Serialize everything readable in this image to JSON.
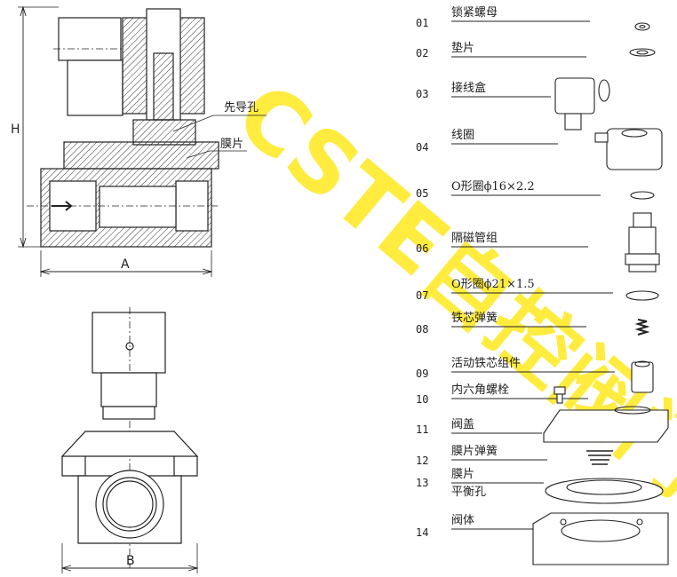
{
  "watermark": {
    "text": "CSTE自控阀门",
    "color": "#ffe600"
  },
  "dimensions": {
    "height": "H",
    "length": "A",
    "width": "B"
  },
  "callouts": {
    "pilot_hole": "先导孔",
    "diaphragm": "膜片"
  },
  "parts": [
    {
      "no": "01",
      "name": "锁紧螺母"
    },
    {
      "no": "02",
      "name": "垫片"
    },
    {
      "no": "03",
      "name": "接线盒"
    },
    {
      "no": "04",
      "name": "线圈"
    },
    {
      "no": "05",
      "name": "O形圈ϕ16×2.2"
    },
    {
      "no": "06",
      "name": "隔磁管组"
    },
    {
      "no": "07",
      "name": "O形圈ϕ21×1.5"
    },
    {
      "no": "08",
      "name": "铁芯弹簧"
    },
    {
      "no": "09",
      "name": "活动铁芯组件"
    },
    {
      "no": "10",
      "name": "内六角螺栓"
    },
    {
      "no": "11",
      "name": "阀盖"
    },
    {
      "no": "12",
      "name": "膜片弹簧"
    },
    {
      "no": "13",
      "name": "膜片",
      "extra": "平衡孔"
    },
    {
      "no": "14",
      "name": "阀体"
    }
  ]
}
